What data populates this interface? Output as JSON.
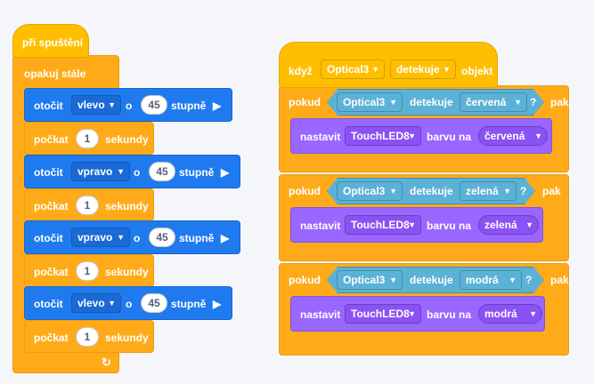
{
  "stack1": {
    "hat_label": "při spuštění",
    "loop_label": "opakuj stále",
    "turns": [
      {
        "label": "otočit",
        "dir": "vlevo",
        "of": "o",
        "value": "45",
        "unit": "stupně"
      },
      {
        "label": "otočit",
        "dir": "vpravo",
        "of": "o",
        "value": "45",
        "unit": "stupně"
      },
      {
        "label": "otočit",
        "dir": "vpravo",
        "of": "o",
        "value": "45",
        "unit": "stupně"
      },
      {
        "label": "otočit",
        "dir": "vlevo",
        "of": "o",
        "value": "45",
        "unit": "stupně"
      }
    ],
    "waits": [
      {
        "label": "počkat",
        "value": "1",
        "unit": "sekundy"
      },
      {
        "label": "počkat",
        "value": "1",
        "unit": "sekundy"
      },
      {
        "label": "počkat",
        "value": "1",
        "unit": "sekundy"
      },
      {
        "label": "počkat",
        "value": "1",
        "unit": "sekundy"
      }
    ]
  },
  "stack2": {
    "hat": {
      "when": "když",
      "sensor": "Optical3",
      "action": "detekuje",
      "object": "objekt"
    },
    "ifs": [
      {
        "if": "pokud",
        "sensor": "Optical3",
        "detects": "detekuje",
        "color": "červená",
        "q": "?",
        "then": "pak",
        "set": "nastavit",
        "led": "TouchLED8",
        "color_to": "barvu na",
        "led_color": "červená"
      },
      {
        "if": "pokud",
        "sensor": "Optical3",
        "detects": "detekuje",
        "color": "zelená",
        "q": "?",
        "then": "pak",
        "set": "nastavit",
        "led": "TouchLED8",
        "color_to": "barvu na",
        "led_color": "zelená"
      },
      {
        "if": "pokud",
        "sensor": "Optical3",
        "detects": "detekuje",
        "color": "modrá",
        "q": "?",
        "then": "pak",
        "set": "nastavit",
        "led": "TouchLED8",
        "color_to": "barvu na",
        "led_color": "modrá"
      }
    ]
  },
  "icons": {
    "dropdown": "▼",
    "play_arrow": "▶",
    "loop_arrow": "↻"
  },
  "colors": {
    "events": "#ffbf00",
    "control": "#ffab19",
    "motion": "#1f7af0",
    "looks": "#9966ff",
    "sensing": "#5cb1d6"
  }
}
